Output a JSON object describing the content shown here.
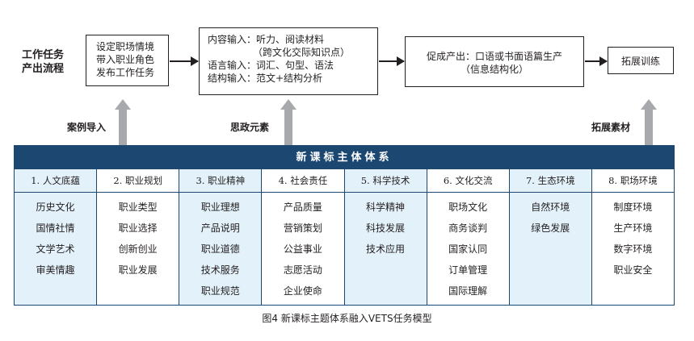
{
  "flow": {
    "label_line1": "工作任务",
    "label_line2": "产出流程",
    "box1": [
      "设定职场情境",
      "带入职业角色",
      "发布工作任务"
    ],
    "box2": [
      "内容输入：听力、阅读材料",
      "（跨文化交际知识点）",
      "语言输入：词汇、句型、语法",
      "结构输入：范文+结构分析"
    ],
    "box3": [
      "促成产出：口语或书面语篇生产",
      "（信息结构化）"
    ],
    "box4": "拓展训练"
  },
  "inputs": {
    "left": "案例导入",
    "middle": "思政元素",
    "right": "拓展素材"
  },
  "framework": {
    "title": "新课标主体体系",
    "columns": [
      {
        "heading": "1. 人文底蕴",
        "items": [
          "历史文化",
          "国情社情",
          "文学艺术",
          "审美情趣"
        ]
      },
      {
        "heading": "2. 职业规划",
        "items": [
          "职业类型",
          "职业选择",
          "创新创业",
          "职业发展"
        ]
      },
      {
        "heading": "3. 职业精神",
        "items": [
          "职业理想",
          "产品说明",
          "职业道德",
          "技术服务",
          "职业规范"
        ]
      },
      {
        "heading": "4. 社会责任",
        "items": [
          "产品质量",
          "营销策划",
          "公益事业",
          "志愿活动",
          "企业使命"
        ]
      },
      {
        "heading": "5. 科学技术",
        "items": [
          "科学精神",
          "科技发展",
          "技术应用"
        ]
      },
      {
        "heading": "6. 文化交流",
        "items": [
          "职场文化",
          "商务谈判",
          "国家认同",
          "订单管理",
          "国际理解"
        ]
      },
      {
        "heading": "7. 生态环境",
        "items": [
          "自然环境",
          "绿色发展"
        ]
      },
      {
        "heading": "8. 职场环境",
        "items": [
          "制度环境",
          "生产环境",
          "数字环境",
          "职业安全"
        ]
      }
    ]
  },
  "caption": "图4 新课标主题体系融入VETS任务模型",
  "colors": {
    "header": "#1b4770",
    "shaded_column": "#e3f1fa",
    "up_arrow": "#a7a9ac"
  }
}
